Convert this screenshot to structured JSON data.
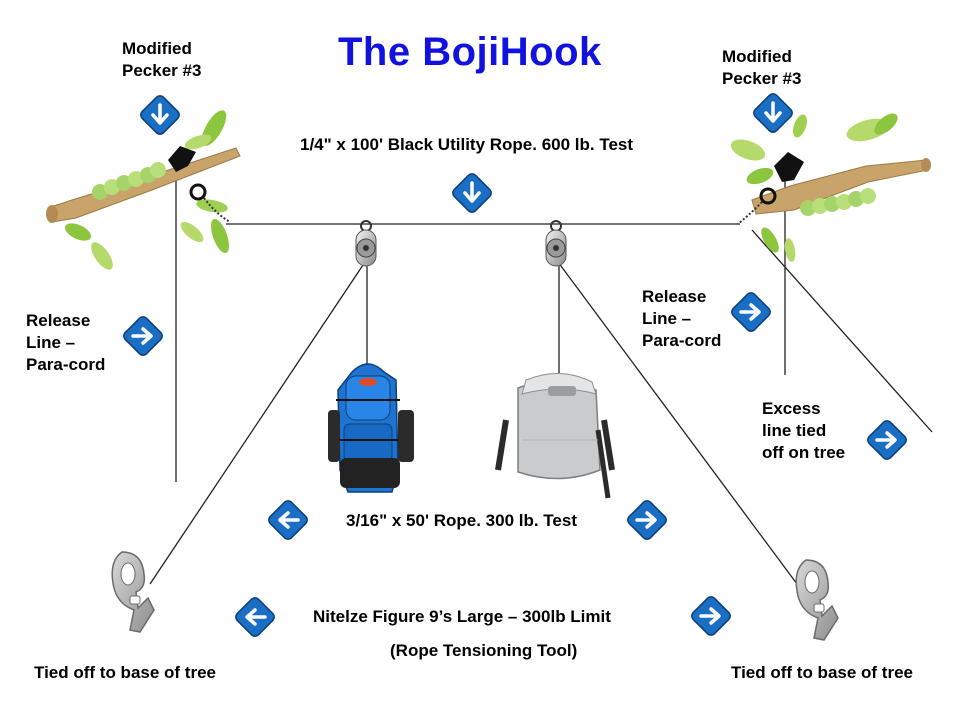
{
  "title": "The BojiHook",
  "labels": {
    "modified_left": "Modified\nPecker #3",
    "modified_right": "Modified\nPecker #3",
    "main_rope": "1/4\" x 100' Black Utility Rope. 600 lb. Test",
    "release_left": "Release\nLine –\nPara-cord",
    "release_right": "Release\nLine –\nPara-cord",
    "excess": "Excess\nline tied\noff on tree",
    "small_rope": "3/16\" x 50' Rope. 300 lb. Test",
    "figure9": "Nitelze Figure 9’s Large – 300lb Limit",
    "tensioning": "(Rope Tensioning Tool)",
    "tied_left": "Tied off to base of tree",
    "tied_right": "Tied off to base of tree"
  },
  "icons": {
    "arrow": "diamond-arrow-icon",
    "branch": "tree-branch-icon",
    "pulley": "pulley-icon",
    "backpack": "backpack-icon",
    "drybag": "dry-bag-icon",
    "figure9": "figure-9-tensioner-icon",
    "hook": "hook-icon"
  },
  "colors": {
    "title": "#1212e0",
    "arrow": "#1a6fc4",
    "branch": "#c8a36a",
    "leaf": "#8cc63f",
    "caterpillar": "#a6d46a"
  }
}
